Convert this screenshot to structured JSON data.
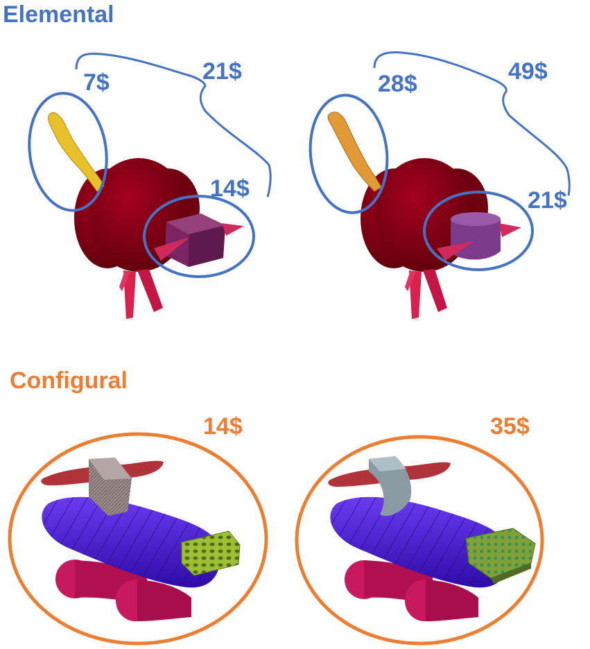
{
  "colors": {
    "elemental": "#4472C4",
    "configural": "#ED7D31",
    "body_red": "#8B0012",
    "leg_pink": "#D9214E",
    "tail_yellow": "#E8C12A",
    "tail_orange": "#E29A36",
    "box_purple": "#7B2463",
    "roller_violet": "#4A17D6",
    "wheel_magenta": "#C8185E",
    "wing_red": "#B1333A",
    "fin_gray": "#8E8383",
    "fin_blue_gray": "#8A9AA3",
    "nose_green": "#9CBF34"
  },
  "elemental": {
    "heading": "Elemental",
    "left": {
      "part_a_price": "7$",
      "total_price": "21$",
      "part_b_price": "14$"
    },
    "right": {
      "part_a_price": "28$",
      "total_price": "49$",
      "part_b_price": "21$"
    }
  },
  "configural": {
    "heading": "Configural",
    "left": {
      "total_price": "14$"
    },
    "right": {
      "total_price": "35$"
    }
  }
}
